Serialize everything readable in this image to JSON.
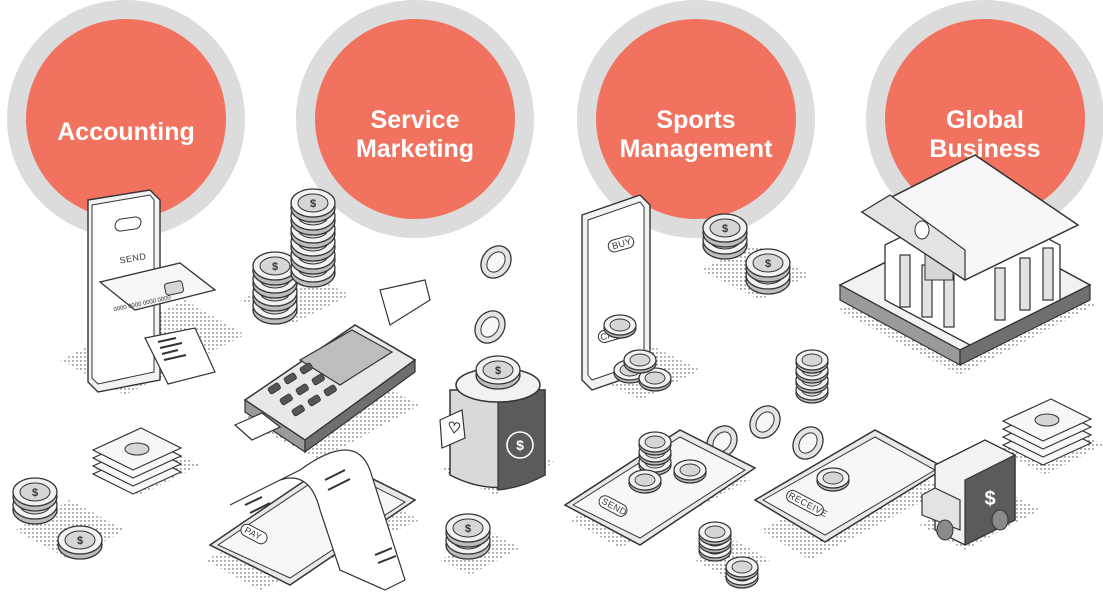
{
  "categories": [
    {
      "lines": [
        "Accounting"
      ]
    },
    {
      "lines": [
        "Service",
        "Marketing"
      ]
    },
    {
      "lines": [
        "Sports",
        "Management"
      ]
    },
    {
      "lines": [
        "Global",
        "Business"
      ]
    }
  ],
  "illustration_labels": {
    "send_phone": "SEND",
    "pay_tablet": "PAY",
    "buy_phone": "BUY",
    "cash_phone": "CASH",
    "send_tablet": "SEND",
    "receive_tablet": "RECEIVE",
    "card_number": "0000 0000 0000 0000",
    "currency_symbol": "$"
  },
  "colors": {
    "accent": "#f1735f",
    "ring": "#dcdcdc",
    "ink": "#333333",
    "fill_light": "#f2f2f2",
    "fill_mid": "#d6d6d6",
    "fill_dark": "#8a8a8a"
  }
}
